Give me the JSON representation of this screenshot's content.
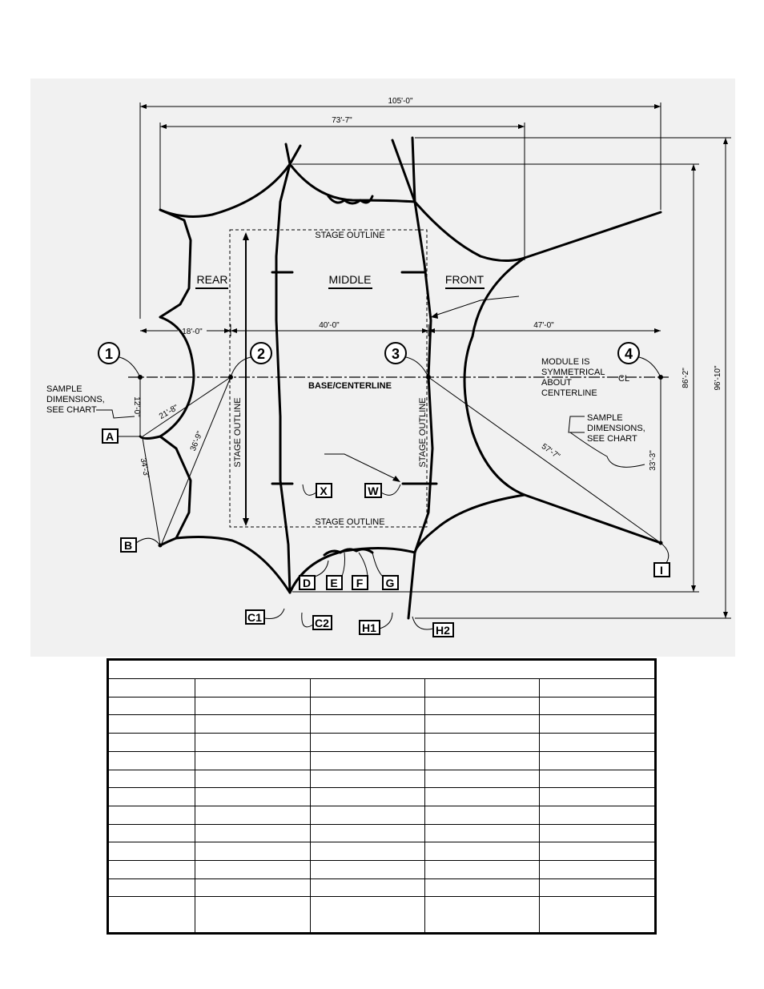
{
  "dimensions": {
    "overall_length": "105'-0\"",
    "middle_length": "73'-7\"",
    "rear_seg": "18'-0\"",
    "middle_seg": "40'-0\"",
    "front_seg": "47'-0\"",
    "width_small": "86'-2\"",
    "width_large": "96'-10\"",
    "a_offset": "12'-0\"",
    "two_to_a": "21'-8\"",
    "two_to_b": "36'-9\"",
    "a_to_b": "34'-3\"",
    "three_to_i": "57'-7\"",
    "four_to_i": "33'-3\""
  },
  "labels": {
    "stage_outline": "STAGE OUTLINE",
    "rear": "REAR",
    "middle": "MIDDLE",
    "front": "FRONT",
    "base_centerline": "BASE/CENTERLINE",
    "module_note": [
      "MODULE IS",
      "SYMMETRICAL",
      "ABOUT",
      "CENTERLINE"
    ],
    "centerline_symbol": "CL",
    "sample_left": [
      "SAMPLE",
      "DIMENSIONS,",
      "SEE CHART"
    ],
    "sample_right": [
      "SAMPLE",
      "DIMENSIONS,",
      "SEE CHART"
    ]
  },
  "stations": [
    "1",
    "2",
    "3",
    "4"
  ],
  "points": {
    "A": "A",
    "B": "B",
    "C1": "C1",
    "C2": "C2",
    "D": "D",
    "E": "E",
    "F": "F",
    "G": "G",
    "H1": "H1",
    "H2": "H2",
    "I": "I",
    "W": "W",
    "X": "X"
  },
  "chart": {
    "rows": 13,
    "columns": 5
  }
}
